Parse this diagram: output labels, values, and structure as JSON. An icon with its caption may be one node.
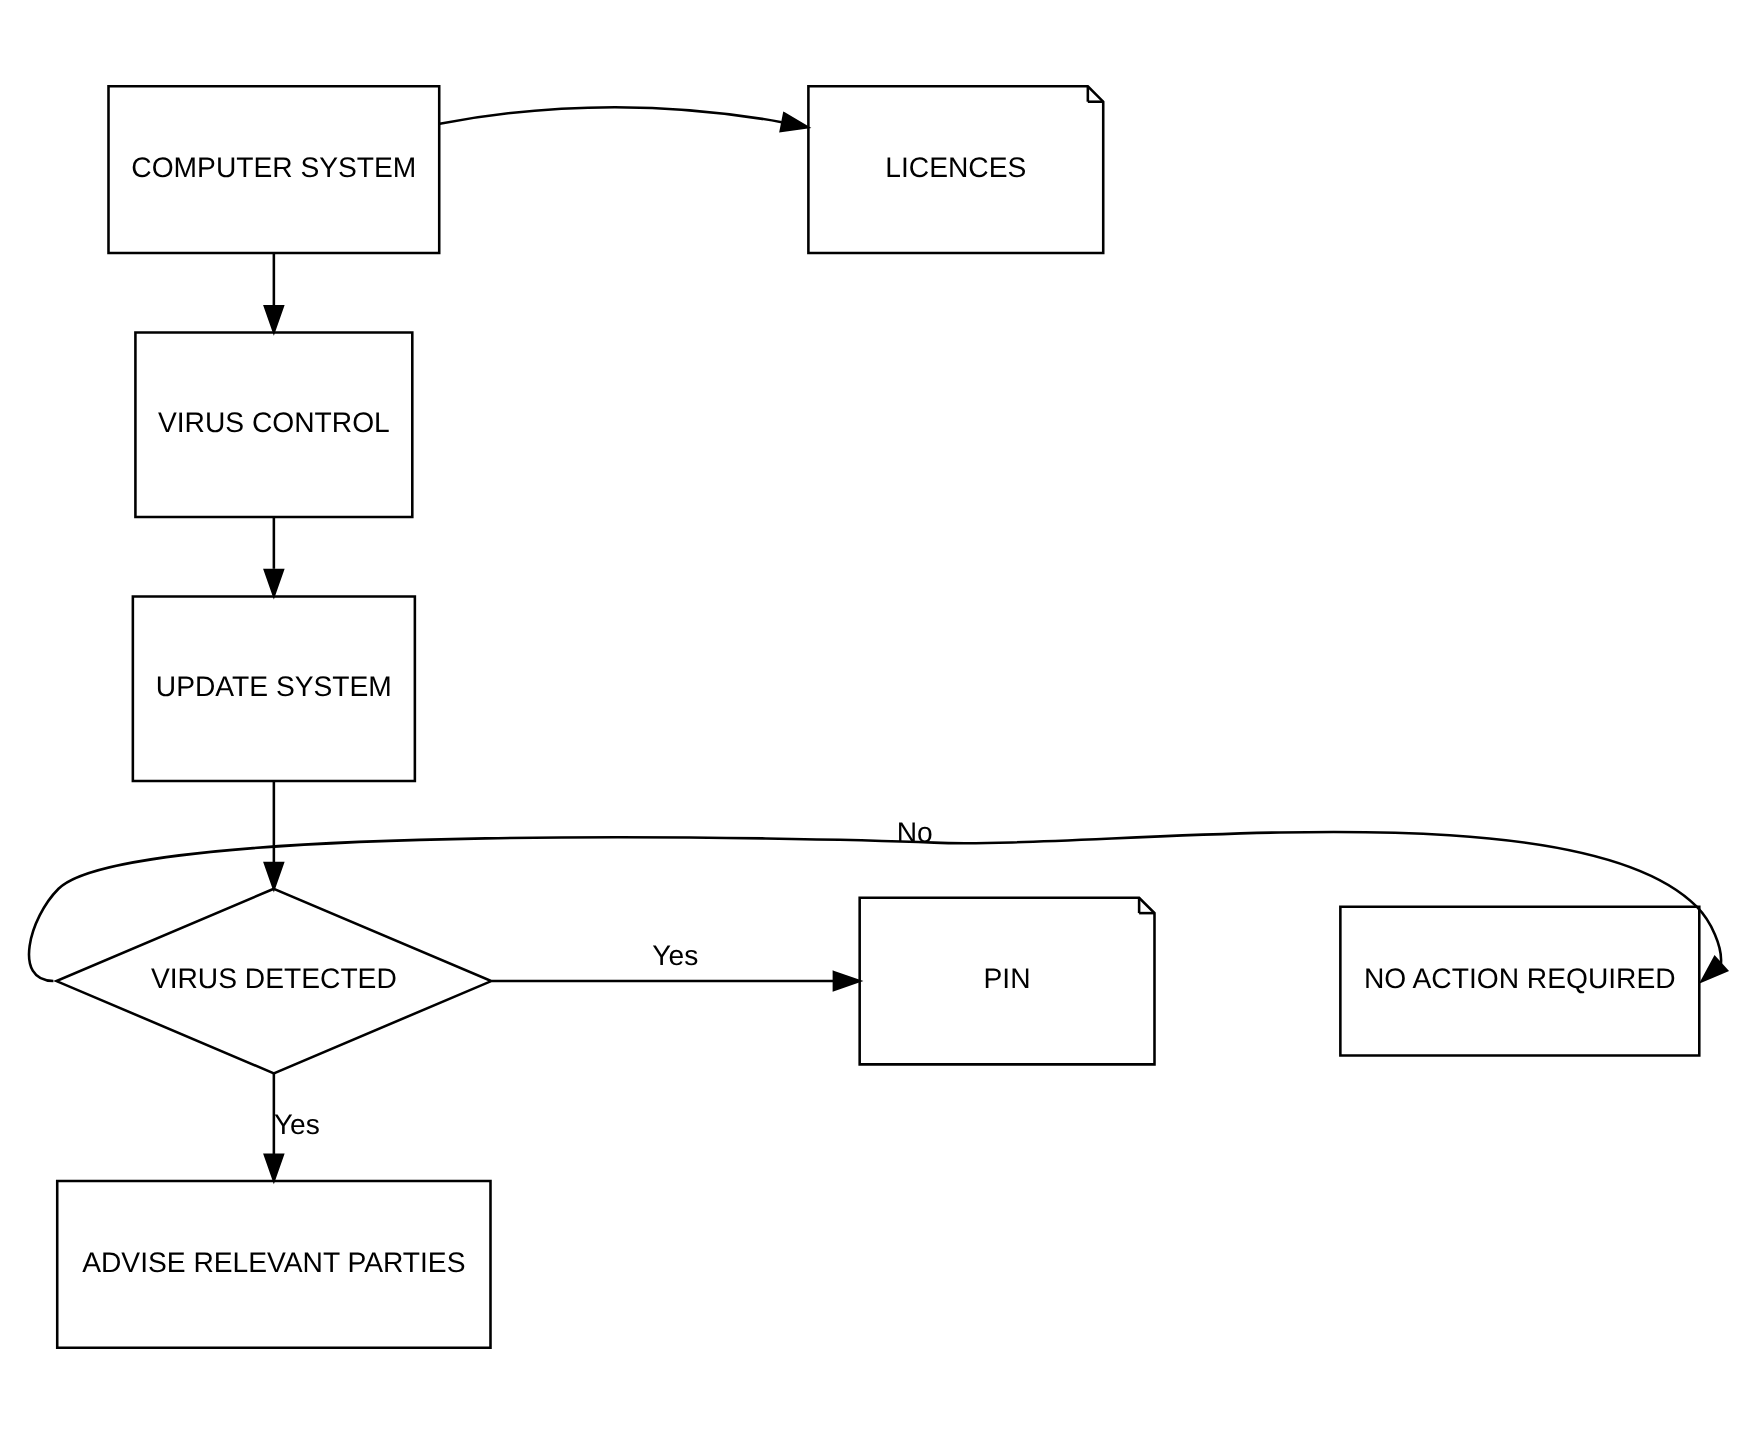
{
  "diagram": {
    "nodes": [
      {
        "text": [
          "COMPUTER SYSTEM"
        ]
      },
      {
        "text": [
          "LICENCES"
        ]
      },
      {
        "text": [
          "VIRUS CONTROL"
        ]
      },
      {
        "text": [
          "UPDATE SYSTEM"
        ]
      },
      {
        "text": [
          "NO ACTION REQUIRED"
        ]
      },
      {
        "text": [
          "VIRUS DETECTED"
        ]
      },
      {
        "text": [
          "PIN"
        ]
      },
      {
        "text": [
          "ADVISE RELEVANT PARTIES"
        ]
      }
    ],
    "edges": [
      {
        "from": 0,
        "to": 1,
        "arrow": "to"
      },
      {
        "from": 0,
        "to": 2,
        "arrow": "to"
      },
      {
        "from": 2,
        "to": 3,
        "arrow": "to"
      },
      {
        "from": 3,
        "to": 5,
        "arrow": "to"
      },
      {
        "from": 5,
        "to": 4,
        "arrow": "to",
        "label": "No"
      },
      {
        "from": 5,
        "to": 6,
        "arrow": "to",
        "label": "Yes"
      },
      {
        "from": 5,
        "to": 7,
        "arrow": "to",
        "label": "Yes"
      }
    ]
  }
}
